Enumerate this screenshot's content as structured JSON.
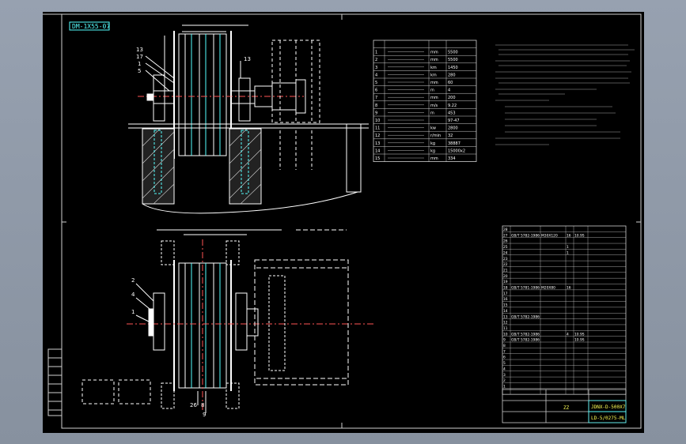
{
  "drawing": {
    "code_stamp": "DM-1X55-07",
    "title_block": {
      "zone_label": "ZZ",
      "designation": "JDNX-D-500X7",
      "drawing_number": "LD-5/0275-ML"
    },
    "left_strip_labels": [
      "",
      "",
      "",
      "",
      "",
      "",
      "",
      ""
    ]
  },
  "callouts": {
    "top_view": [
      "13",
      "17",
      "1",
      "5",
      "13"
    ],
    "bottom_view": [
      "2",
      "4",
      "1",
      "26",
      "8",
      "9"
    ]
  },
  "params_table": {
    "title": "",
    "header": [
      "",
      "",
      "",
      ""
    ],
    "rows": [
      [
        "1",
        "",
        "mm",
        "5500"
      ],
      [
        "2",
        "",
        "mm",
        "5500"
      ],
      [
        "3",
        "",
        "km",
        "1450"
      ],
      [
        "4",
        "",
        "km",
        "280"
      ],
      [
        "5",
        "",
        "mm",
        "60"
      ],
      [
        "6",
        "",
        "m",
        "4"
      ],
      [
        "7",
        "",
        "mm",
        "200"
      ],
      [
        "8",
        "",
        "m/s",
        "9.22"
      ],
      [
        "9",
        "",
        "m",
        "453"
      ],
      [
        "10",
        "",
        "",
        "97-47"
      ],
      [
        "11",
        "",
        "kw",
        "2800"
      ],
      [
        "12",
        "",
        "r/min",
        "32"
      ],
      [
        "13",
        "",
        "kg",
        "38887"
      ],
      [
        "14",
        "",
        "kg",
        "15000x2"
      ],
      [
        "15",
        "",
        "mm",
        "334"
      ]
    ]
  },
  "tech_notes": {
    "heading": "",
    "lines": []
  },
  "parts_list": {
    "rows": [
      {
        "no": "28",
        "code": "",
        "name": "",
        "qty": "",
        "note": ""
      },
      {
        "no": "27",
        "code": "GB/T 5782-1986",
        "name": "M30X120",
        "qty": "16",
        "note": "10.9S"
      },
      {
        "no": "26",
        "code": "",
        "name": "",
        "qty": "",
        "note": ""
      },
      {
        "no": "25",
        "code": "",
        "name": "",
        "qty": "1",
        "note": ""
      },
      {
        "no": "24",
        "code": "",
        "name": "",
        "qty": "1",
        "note": ""
      },
      {
        "no": "23",
        "code": "",
        "name": "",
        "qty": "",
        "note": ""
      },
      {
        "no": "22",
        "code": "",
        "name": "",
        "qty": "",
        "note": ""
      },
      {
        "no": "21",
        "code": "",
        "name": "",
        "qty": "",
        "note": ""
      },
      {
        "no": "20",
        "code": "",
        "name": "",
        "qty": "",
        "note": ""
      },
      {
        "no": "19",
        "code": "",
        "name": "",
        "qty": "",
        "note": ""
      },
      {
        "no": "18",
        "code": "GB/T 5781-1986",
        "name": "M20X80",
        "qty": "16",
        "note": ""
      },
      {
        "no": "17",
        "code": "",
        "name": "",
        "qty": "",
        "note": ""
      },
      {
        "no": "16",
        "code": "",
        "name": "",
        "qty": "",
        "note": ""
      },
      {
        "no": "15",
        "code": "",
        "name": "",
        "qty": "",
        "note": ""
      },
      {
        "no": "14",
        "code": "",
        "name": "",
        "qty": "",
        "note": ""
      },
      {
        "no": "13",
        "code": "GB/T 5782-1986",
        "name": "",
        "qty": "",
        "note": ""
      },
      {
        "no": "12",
        "code": "",
        "name": "",
        "qty": "",
        "note": ""
      },
      {
        "no": "11",
        "code": "",
        "name": "",
        "qty": "",
        "note": ""
      },
      {
        "no": "10",
        "code": "GB/T 5782-1986",
        "name": "",
        "qty": "4",
        "note": "10.9S"
      },
      {
        "no": "9",
        "code": "GB/T 5782-1986",
        "name": "",
        "qty": "",
        "note": "10.9S"
      },
      {
        "no": "8",
        "code": "",
        "name": "",
        "qty": "",
        "note": ""
      },
      {
        "no": "7",
        "code": "",
        "name": "",
        "qty": "",
        "note": ""
      },
      {
        "no": "6",
        "code": "",
        "name": "",
        "qty": "",
        "note": ""
      },
      {
        "no": "5",
        "code": "",
        "name": "",
        "qty": "",
        "note": ""
      },
      {
        "no": "4",
        "code": "",
        "name": "",
        "qty": "",
        "note": ""
      },
      {
        "no": "3",
        "code": "",
        "name": "",
        "qty": "",
        "note": ""
      },
      {
        "no": "2",
        "code": "",
        "name": "",
        "qty": "",
        "note": ""
      },
      {
        "no": "1",
        "code": "",
        "name": "",
        "qty": "",
        "note": ""
      }
    ],
    "header": [
      "",
      "",
      "",
      "",
      "",
      "",
      ""
    ]
  }
}
